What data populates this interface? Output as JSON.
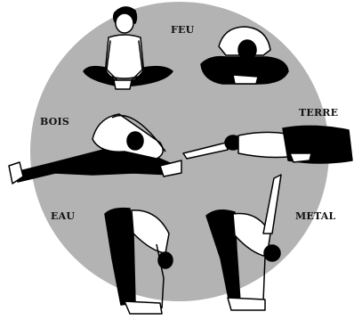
{
  "labels": {
    "feu": "FEU",
    "bois": "BOIS",
    "terre": "TERRE",
    "eau": "EAU",
    "metal": "METAL"
  },
  "colors": {
    "circle": "#b3b3b3",
    "outline": "#000000",
    "clothing": "#000000",
    "skin": "#ffffff"
  },
  "figures": [
    {
      "element": "feu",
      "pose": "seated-butterfly"
    },
    {
      "element": "feu",
      "pose": "seated-forward-fold"
    },
    {
      "element": "bois",
      "pose": "side-bend-straddle"
    },
    {
      "element": "terre",
      "pose": "reclining-hero"
    },
    {
      "element": "eau",
      "pose": "standing-forward-fold"
    },
    {
      "element": "metal",
      "pose": "standing-fold-arm-raised"
    }
  ]
}
